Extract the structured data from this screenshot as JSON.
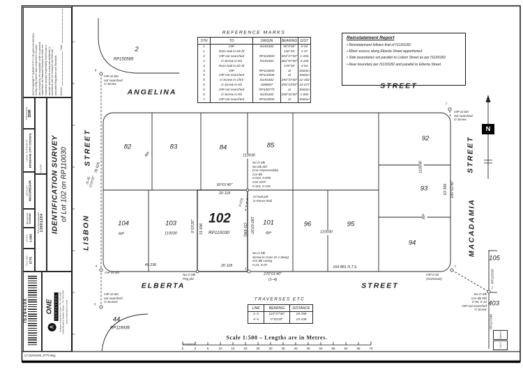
{
  "colors": {
    "ink": "#1c1c1c",
    "paper": "#ffffff"
  },
  "sheet": {
    "file_note": "LF IS294108_8775.dwg",
    "sheet_label": "Sheet 1",
    "of_label": "1 of 1"
  },
  "sidebar": {
    "certification": {
      "lines": [
        "SOUTH BURNETT SURVEYS PTY LTD (ACN 010 822 851)",
        "hereby certify that the land comprised in this plan",
        "was surveyed by the corporation under my personal",
        "supervision, as Cadastral Surveyor, for whom the",
        "corporation accepts responsibility, that the plan is",
        "accurate, and that the survey was performed in",
        "accordance with the Surveyors Act 2003 and",
        "associated Regulations and Standards."
      ],
      "director_label": "Director",
      "date_label": "Date"
    },
    "client_label": "CLIENT",
    "fields": [
      {
        "label": "SURVEYOR",
        "value": "DNR"
      },
      {
        "label": "LOCAL AUTHORITY",
        "value": "BRISBANE CITY COUNCIL"
      },
      {
        "label": "LOCALITY",
        "value": "MACGREGOR"
      },
      {
        "label": "MERIDIAN",
        "value": "IS193182"
      },
      {
        "label": "SCALE",
        "value": "1:500"
      },
      {
        "label": "FILE REF.",
        "value": "8775"
      }
    ],
    "title_reference": {
      "label": "TITLE REFERENCE",
      "value": "13801204"
    },
    "survey_title_line1": "IDENTIFICATION SURVEY",
    "survey_title_line2": "of Lot 102 on RP110030",
    "barcode_text": "IS294108",
    "logo": {
      "name": "ONE",
      "word": "SURVEYORS",
      "contact1": "Brisbane & Sunshine Coast – Ph. 5452 0300",
      "contact2": "South Burnett & Western Downs – Ph. 4162 2847",
      "contact3": "www.onesurveyors.com.au"
    }
  },
  "reference_marks": {
    "title": "REFERENCE  MARKS",
    "headers": [
      "STN",
      "TO",
      "ORIGIN",
      "BEARING",
      "DIST"
    ],
    "rows": [
      [
        "1",
        "OIP",
        "IS193182",
        "90°0'40\"",
        "0·04"
      ],
      [
        "1",
        "Ram Nail in Kb fd",
        "",
        "132°43'",
        "1·47"
      ],
      [
        "2",
        "OIP not searched",
        "RP110030",
        "303°27'30\"",
        "1·205"
      ],
      [
        "2",
        "O Screw in Kb",
        "IS193182",
        "302°07'30\"",
        "4·165"
      ],
      [
        "3",
        "Ram Nail in Kb fd",
        "",
        "178°36'",
        "3·54"
      ],
      [
        "4",
        "OIP",
        "RP110030",
        "at",
        "Station"
      ],
      [
        "5",
        "OIP not searched",
        "RP116936",
        "at",
        "Station"
      ],
      [
        "5",
        "O Screw in Chnl",
        "IS193182",
        "294°37'40\"",
        "12·402"
      ],
      [
        "5",
        "O Screw in Kb",
        "IS89697",
        "355°23'05\"",
        "14·077"
      ],
      [
        "6",
        "OIP not searched",
        "RP108775",
        "at",
        "Station"
      ],
      [
        "6",
        "O Screw in Kb",
        "IS193182",
        "269°42'30\"",
        "1·694"
      ],
      [
        "7",
        "OIP not searched",
        "RP110030",
        "at",
        "Station"
      ]
    ]
  },
  "reinstatement": {
    "title": "Reinstatement Report",
    "bullets": [
      "Reinstatement follows that of IS193182.",
      "Minor excess along Elberta Street apportioned.",
      "Side boundaries set parallel to Lisbon Street as per IS193182.",
      "Rear boundary per IS193182 and parallel to Elberta Street."
    ]
  },
  "traverses": {
    "title": "TRAVERSES  ETC",
    "headers": [
      "LINE",
      "BEARING",
      "DISTANCE"
    ],
    "rows": [
      [
        "1–2",
        "123°27'30\"",
        "18·258"
      ],
      [
        "4–5",
        "0°03'20\"",
        "15·238"
      ]
    ]
  },
  "scalebar": {
    "caption": "Scale 1:500  –  Lengths are in Metres.",
    "ticks": [
      "5",
      "0",
      "5",
      "10",
      "15",
      "20",
      "25",
      "30",
      "35",
      "40",
      "45",
      "50",
      "55",
      "60",
      "65",
      "70"
    ]
  },
  "plan": {
    "north": "N",
    "streets": {
      "angelina": "ANGELINA",
      "top_street": "STREET",
      "lisbon": "LISBON",
      "left_street": "STREET",
      "elberta": "ELBERTA",
      "bottom_street": "STREET",
      "macadamia": "MACADAMIA",
      "right_street": "STREET"
    },
    "lots": {
      "l2": "2",
      "rp2": "RP150589",
      "l44": "44",
      "rp44": "RP116936",
      "l82": "82",
      "rp82": "RP",
      "l83": "83",
      "l84": "84",
      "rp8485": "110030",
      "l85": "85",
      "l92": "92",
      "rp9293": "110030",
      "l93": "93",
      "rp9394": "RP",
      "l94": "94",
      "l95": "95",
      "rp9695": "110030",
      "l96": "96",
      "l101": "101",
      "rp101": "RP",
      "l102": "102",
      "rp102": "RP110030",
      "l103": "103",
      "rp103": "110030",
      "l104": "104",
      "rp104": "RP",
      "l105": "105",
      "rp105": "RP110030",
      "l403": "403",
      "rp403": "RP117348"
    },
    "dims": {
      "top_bearing": "90°01'40\"",
      "top_dist": "20·118",
      "left_bearing": "0°03'20\"",
      "left_dist": "31·696",
      "right_bearing": "180°03'20\"",
      "right_dist": "(31·696)",
      "bottom_dist": "20·118",
      "elberta_dist": "40·236",
      "lisbon_dist": "78·626",
      "lisbon_traverse": "(5–6)\n0°03'20\"",
      "east_dist": "63·366",
      "east_bearing": "180°02'40\"",
      "south_bearing": "270°01'40\"",
      "south_ref": "(1–4)",
      "south_nts": "164·881 N.T.S.",
      "nail_offset": "0·075"
    },
    "notes": {
      "stn6": "OIP at Stn\nnot searched\nO Screw",
      "stn7": "OIP at Stn\nnot searched\nO Screw",
      "stn4": "OIP at Stn",
      "stn5": "OIP at Stn\nnot searched\nO Screws",
      "cor85": "No O Mk\nNo Mk pld\n(Cor Inaccessible)\nCor Bk\n0·015, 0·055\nCen GFP\n0·115, 0·125",
      "nail": "Gl Nail pld\nin Fence Rail",
      "peg": "No O Mk\nPeg pld",
      "conc": "No O Mk\nScrew in Conc (0·1 deep)\nCor Bk Leang\n0·23, 0·07",
      "oip1": "OIP 0·04\n(IS193182)",
      "stn2": "No O Mk\nCor Bk Pld\n0·94, 0·13\nOIP not searched\nO Screw"
    },
    "stations": {
      "s1": "1",
      "s2": "2",
      "s3": "3",
      "s4": "4",
      "s5": "5",
      "s6": "6",
      "s7": "7"
    }
  }
}
